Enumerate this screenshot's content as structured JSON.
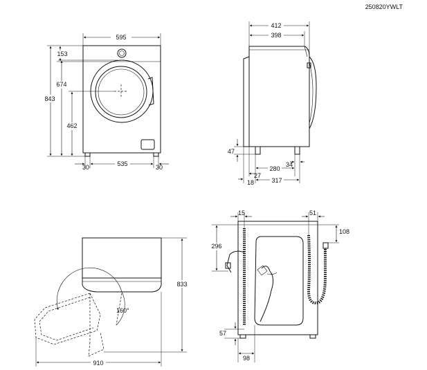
{
  "model_code": "250820YWLT",
  "front_view": {
    "width": "595",
    "height": "843",
    "top_panel": "153",
    "door_top": "674",
    "door_center": "462",
    "foot_left": "30",
    "foot_span": "535",
    "foot_right": "30"
  },
  "side_view": {
    "depth_total": "412",
    "depth_body": "398",
    "foot_height": "47",
    "foot_front_offset": "27",
    "foot_span": "280",
    "rear_offset": "34",
    "front_offset": "18",
    "foot_to_rear": "317"
  },
  "door_view": {
    "height": "833",
    "depth": "910",
    "opening_angle": "160°"
  },
  "rear_view": {
    "left_offset": "15",
    "right_offset": "51",
    "top_offset": "108",
    "hose_height": "296",
    "bottom_offset": "57",
    "bottom_width": "98"
  }
}
